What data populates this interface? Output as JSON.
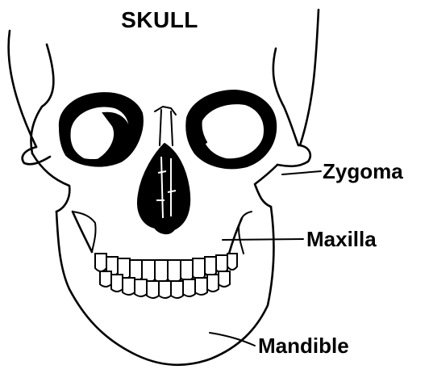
{
  "title": "SKULL",
  "labels": {
    "zygoma": "Zygoma",
    "maxilla": "Maxilla",
    "mandible": "Mandible"
  }
}
